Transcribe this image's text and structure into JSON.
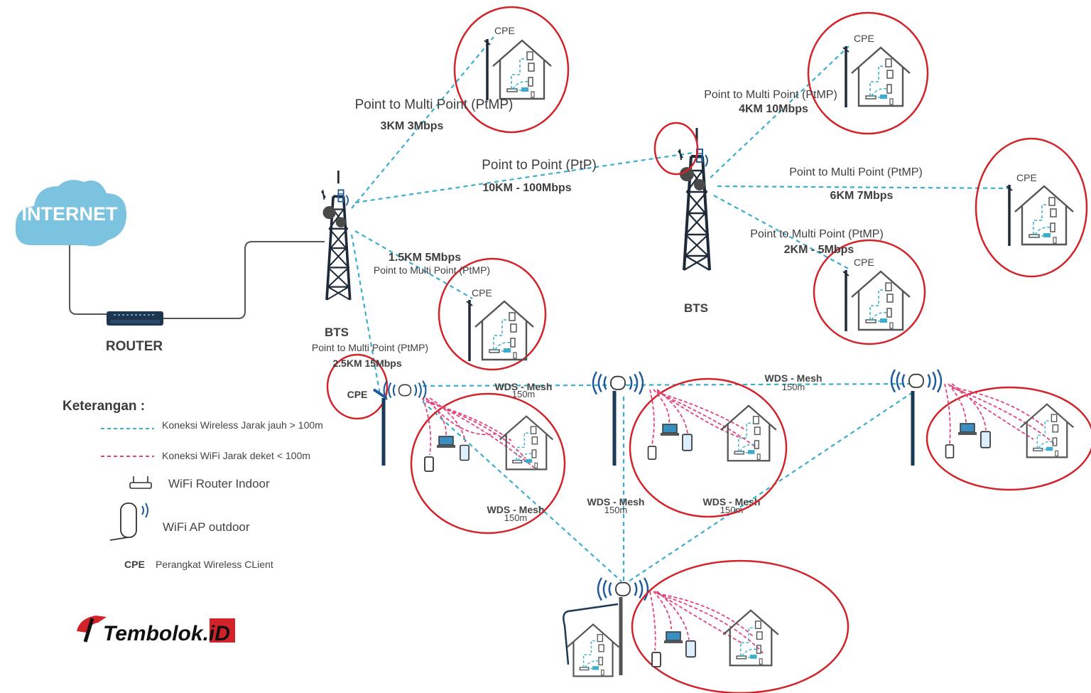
{
  "internet": {
    "label": "INTERNET"
  },
  "router": {
    "label": "ROUTER"
  },
  "bts": [
    {
      "label": "BTS"
    },
    {
      "label": "BTS"
    }
  ],
  "links": {
    "ptmp_3km": {
      "title": "Point to Multi Point (PtMP)",
      "value": "3KM 3Mbps"
    },
    "ptp": {
      "title": "Point to Point (PtP)",
      "value": "10KM - 100Mbps"
    },
    "ptmp_1_5km": {
      "title": "Point to Multi Point (PtMP)",
      "value": "1.5KM 5Mbps"
    },
    "ptmp_2_5km": {
      "title": "Point to Multi Point (PtMP)",
      "value": "2.5KM 15Mbps"
    },
    "ptmp_4km": {
      "title": "Point to Multi Point (PtMP)",
      "value": "4KM 10Mbps"
    },
    "ptmp_6km": {
      "title": "Point to Multi Point (PtMP)",
      "value": "6KM 7Mbps"
    },
    "ptmp_2km": {
      "title": "Point to Multi Point (PtMP)",
      "value": "2KM - 5Mbps"
    }
  },
  "cpe_label": "CPE",
  "cpe_bold_label": "CPE",
  "wds": {
    "title": "WDS - Mesh",
    "distance": "150m"
  },
  "legend": {
    "title": "Keterangan :",
    "items": {
      "wireless_far": "Koneksi Wireless Jarak jauh > 100m",
      "wifi_near": "Koneksi WiFi Jarak deket < 100m",
      "router_indoor": "WiFi Router Indoor",
      "ap_outdoor": "WiFi AP outdoor",
      "cpe_code": "CPE",
      "cpe_desc": "Perangkat Wireless CLient"
    }
  },
  "logo": {
    "text": "Tembolok.iD"
  },
  "colors": {
    "long_link": "#3aaecb",
    "wifi_link": "#e2457a",
    "circle": "#d2232a",
    "cloud": "#7cc3e0",
    "tower": "#1e2a38",
    "pole": "#1b3a55"
  }
}
